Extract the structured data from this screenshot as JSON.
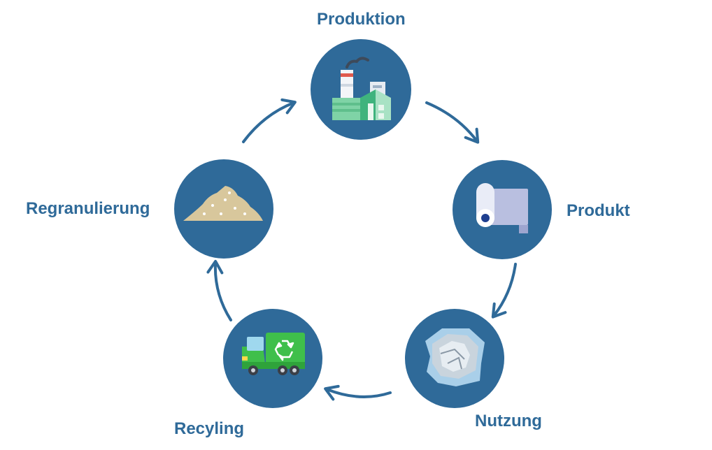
{
  "diagram": {
    "type": "cycle",
    "colors": {
      "circle": "#2f6a99",
      "arrow": "#2f6a99",
      "label": "#2f6a99"
    },
    "stages": [
      {
        "id": "produktion",
        "label": "Produktion",
        "icon": "factory-icon"
      },
      {
        "id": "produkt",
        "label": "Produkt",
        "icon": "film-roll-icon"
      },
      {
        "id": "nutzung",
        "label": "Nutzung",
        "icon": "crumpled-plastic-film-icon"
      },
      {
        "id": "recyling",
        "label": "Recyling",
        "icon": "recycling-truck-icon"
      },
      {
        "id": "regranulierung",
        "label": "Regranulierung",
        "icon": "granulate-pile-icon"
      }
    ]
  }
}
